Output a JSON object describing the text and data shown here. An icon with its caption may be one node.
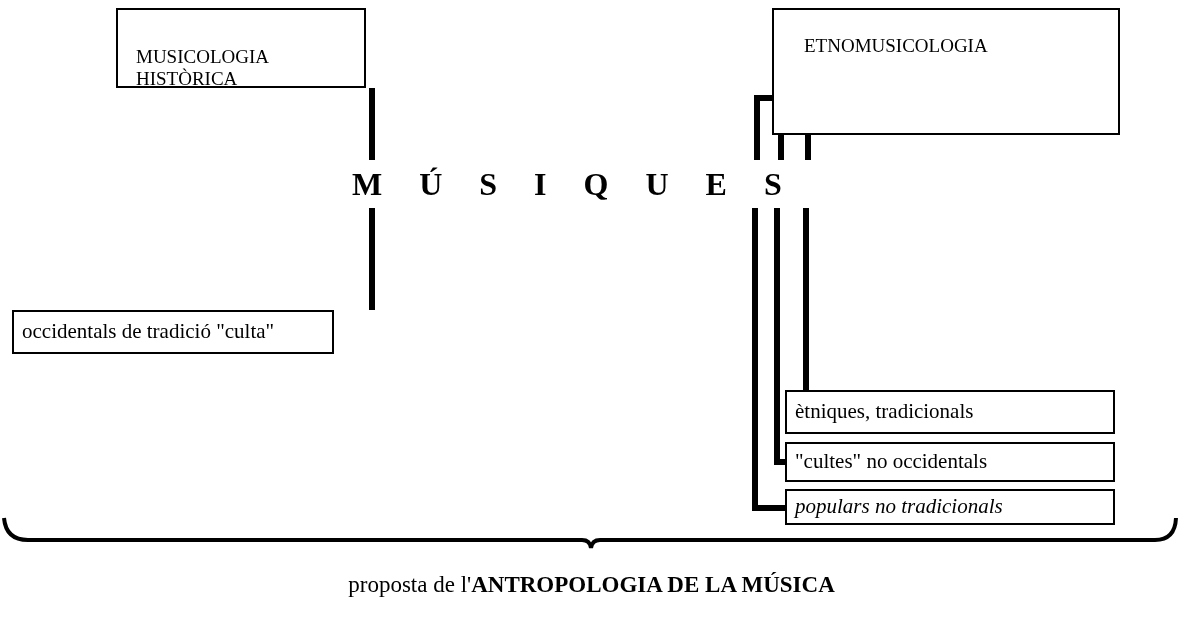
{
  "diagram": {
    "caption": "proposta de l'**ANTROPOLOGIA DE LA MÚSICA**",
    "nodes": [
      {
        "text": [
          "MUSICOLOGIA HISTÒRICA"
        ]
      },
      {
        "text": [
          "ETNOMUSICOLOGIA"
        ]
      },
      {
        "text": [
          "MÚSIQUES"
        ]
      },
      {
        "text": [
          "occidentals de tradició \"culta\""
        ]
      },
      {
        "text": [
          "ètniques, tradicionals"
        ]
      },
      {
        "text": [
          "\"cultes\" no occidentals"
        ]
      },
      {
        "text": [
          "*populars no tradicionals*"
        ]
      }
    ],
    "edges": [
      {
        "from": 0,
        "to": 2,
        "arrow": "none"
      },
      {
        "from": 2,
        "to": 3,
        "arrow": "none"
      },
      {
        "from": 1,
        "to": 2,
        "arrow": "none"
      },
      {
        "from": 1,
        "to": 2,
        "arrow": "none"
      },
      {
        "from": 1,
        "to": 2,
        "arrow": "none"
      },
      {
        "from": 2,
        "to": 4,
        "arrow": "none"
      },
      {
        "from": 2,
        "to": 5,
        "arrow": "none"
      },
      {
        "from": 2,
        "to": 6,
        "arrow": "none"
      }
    ]
  }
}
